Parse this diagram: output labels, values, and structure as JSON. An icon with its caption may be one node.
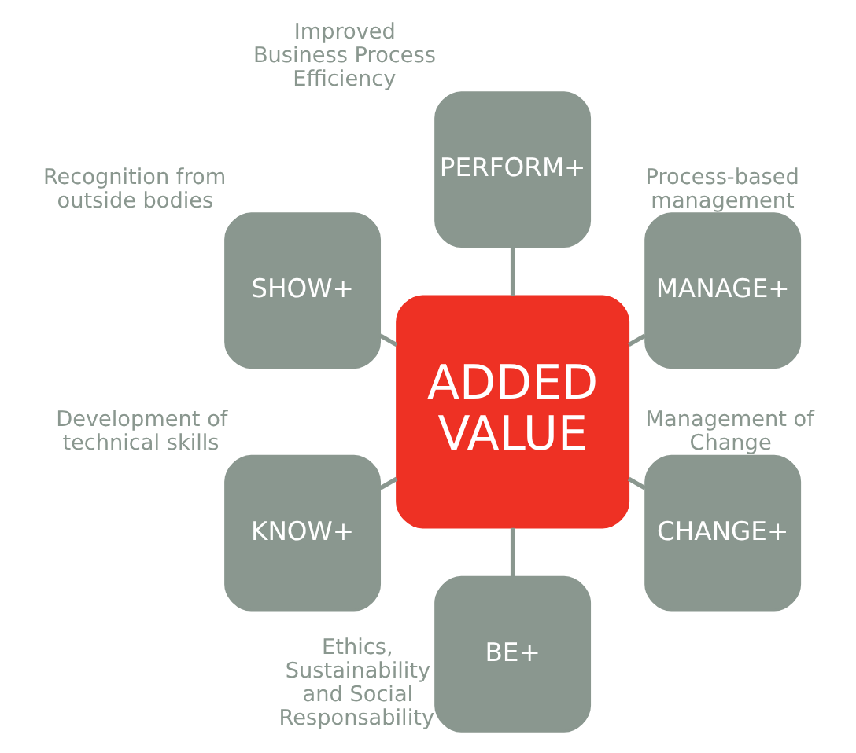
{
  "diagram": {
    "nodes": [
      {
        "text": [
          "ADDED VALUE"
        ]
      },
      {
        "text": [
          "MANAGE+"
        ],
        "beside": [
          "Process-based management"
        ]
      },
      {
        "text": [
          "PERFORM+"
        ],
        "beside": [
          "Improved Business Process Efficiency"
        ]
      },
      {
        "text": [
          "SHOW+"
        ],
        "beside": [
          "Recognition from outside bodies"
        ]
      },
      {
        "text": [
          "KNOW+"
        ],
        "beside": [
          "Development of technical skills"
        ]
      },
      {
        "text": [
          "BE+"
        ],
        "beside": [
          "Ethics, Sustainability and Social Responsability"
        ]
      },
      {
        "text": [
          "CHANGE+"
        ],
        "beside": [
          "Management of Change"
        ]
      }
    ],
    "edges": [
      {
        "from": 0,
        "to": 2,
        "arrow": "none"
      },
      {
        "from": 0,
        "to": 1,
        "arrow": "none"
      },
      {
        "from": 0,
        "to": 6,
        "arrow": "none"
      },
      {
        "from": 0,
        "to": 5,
        "arrow": "none"
      },
      {
        "from": 0,
        "to": 4,
        "arrow": "none"
      },
      {
        "from": 0,
        "to": 3,
        "arrow": "none"
      }
    ]
  }
}
